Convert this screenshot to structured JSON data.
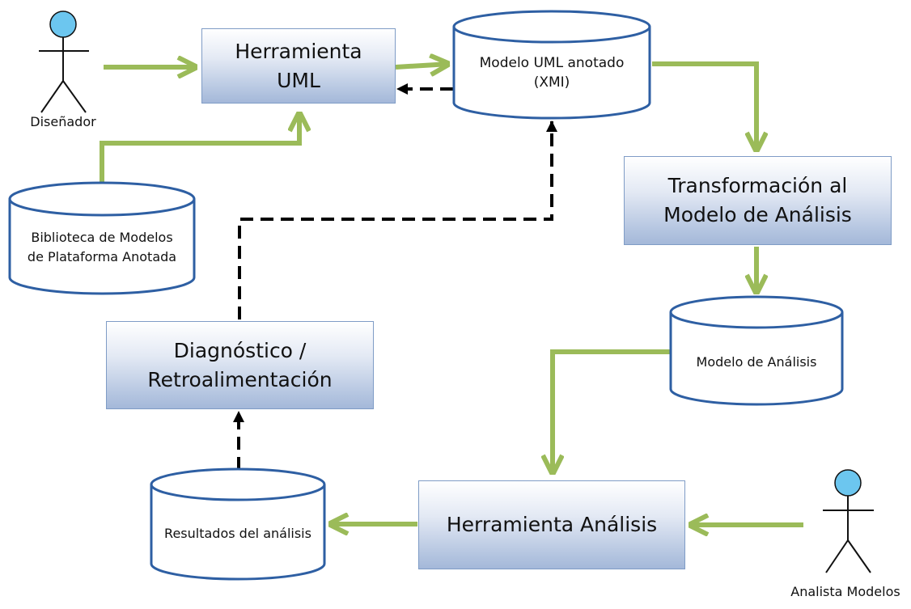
{
  "actors": {
    "designer": "Diseñador",
    "analyst": "Analista Modelos"
  },
  "processes": {
    "uml_tool": [
      "Herramienta",
      "UML"
    ],
    "transformation": [
      "Transformación al",
      "Modelo de Análisis"
    ],
    "diagnosis": [
      "Diagnóstico /",
      "Retroalimentación"
    ],
    "analysis_tool": [
      "Herramienta Análisis"
    ]
  },
  "stores": {
    "annotated_model": [
      "Modelo UML anotado",
      "(XMI)"
    ],
    "platform_library": [
      "Biblioteca de Modelos",
      "de Plataforma Anotada"
    ],
    "analysis_model": [
      "Modelo de Análisis"
    ],
    "analysis_results": [
      "Resultados del análisis"
    ]
  },
  "colors": {
    "flow_arrow": "#9bbb59",
    "feedback_arrow": "#000000",
    "store_border": "#2e5fa3",
    "actor_head": "#6cc6ef"
  }
}
